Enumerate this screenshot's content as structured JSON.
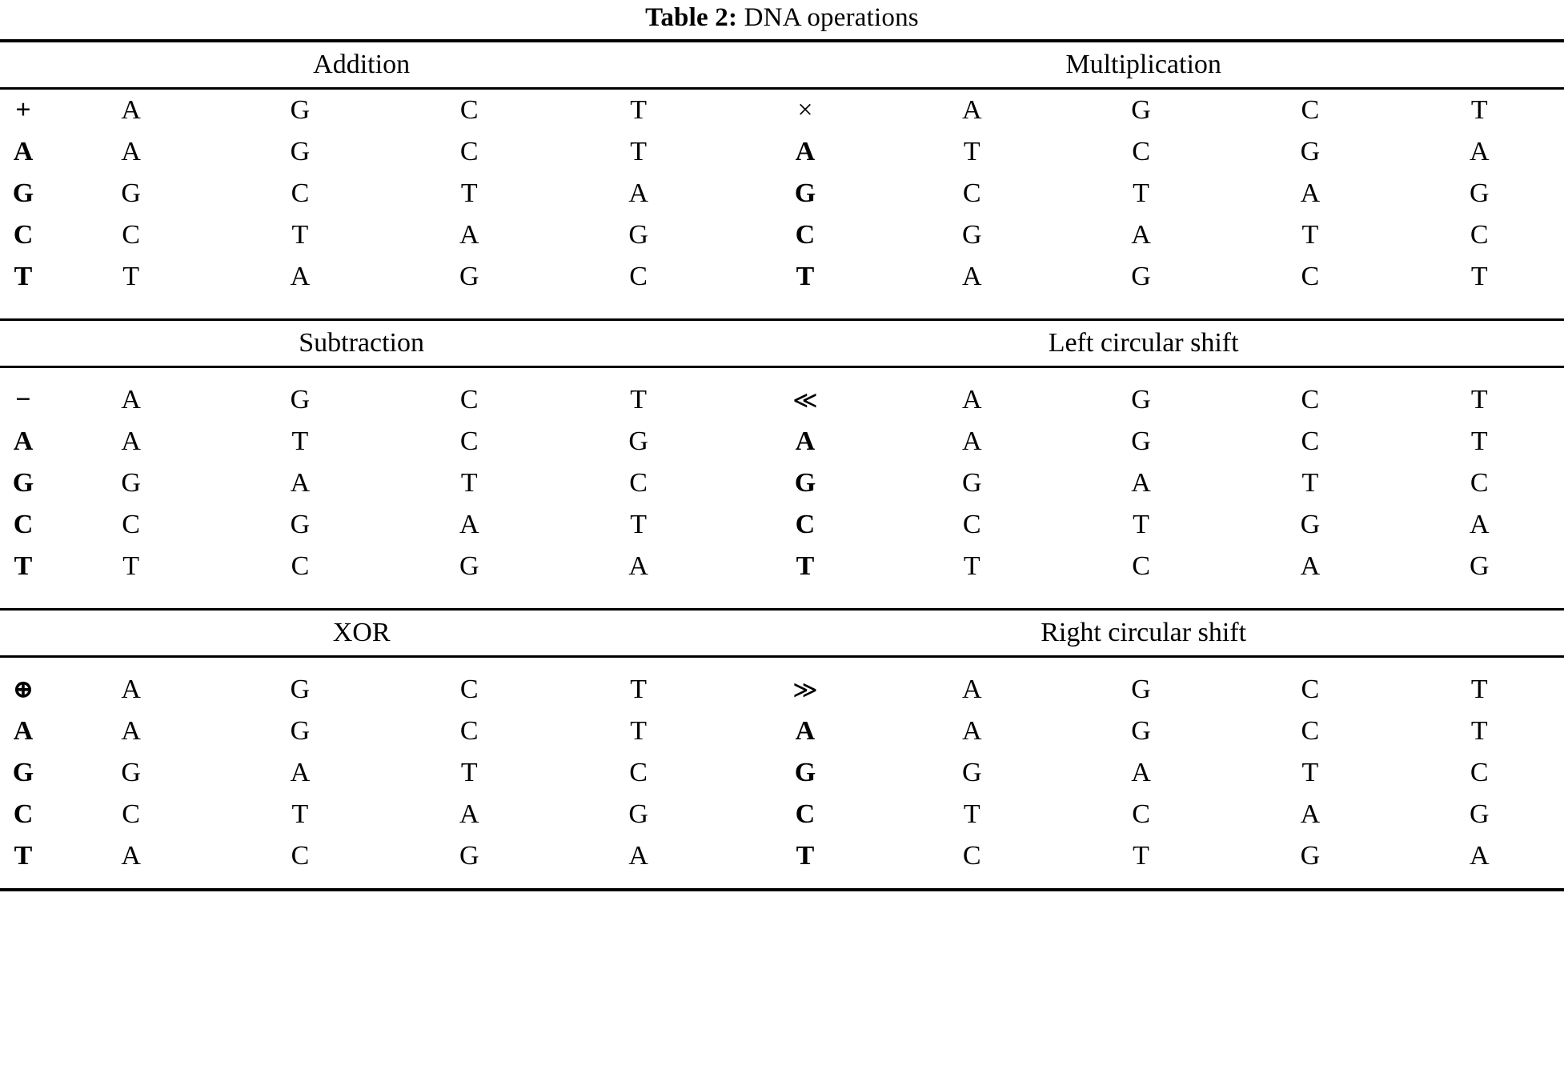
{
  "caption": {
    "label": "Table 2:",
    "text": "DNA operations"
  },
  "bases": [
    "A",
    "G",
    "C",
    "T"
  ],
  "sections": [
    {
      "left": {
        "title": "Addition",
        "operator": "+",
        "operator_name": "plus-sign",
        "col_headers": [
          "A",
          "G",
          "C",
          "T"
        ],
        "row_headers": [
          "A",
          "G",
          "C",
          "T"
        ],
        "rows": [
          [
            "A",
            "G",
            "C",
            "T"
          ],
          [
            "G",
            "C",
            "T",
            "A"
          ],
          [
            "C",
            "T",
            "A",
            "G"
          ],
          [
            "T",
            "A",
            "G",
            "C"
          ]
        ]
      },
      "right": {
        "title": "Multiplication",
        "operator": "×",
        "operator_name": "multiplication-sign",
        "col_headers": [
          "A",
          "G",
          "C",
          "T"
        ],
        "row_headers": [
          "A",
          "G",
          "C",
          "T"
        ],
        "rows": [
          [
            "T",
            "C",
            "G",
            "A"
          ],
          [
            "C",
            "T",
            "A",
            "G"
          ],
          [
            "G",
            "A",
            "T",
            "C"
          ],
          [
            "A",
            "G",
            "C",
            "T"
          ]
        ]
      }
    },
    {
      "left": {
        "title": "Subtraction",
        "operator": "−",
        "operator_name": "minus-sign",
        "col_headers": [
          "A",
          "G",
          "C",
          "T"
        ],
        "row_headers": [
          "A",
          "G",
          "C",
          "T"
        ],
        "rows": [
          [
            "A",
            "T",
            "C",
            "G"
          ],
          [
            "G",
            "A",
            "T",
            "C"
          ],
          [
            "C",
            "G",
            "A",
            "T"
          ],
          [
            "T",
            "C",
            "G",
            "A"
          ]
        ]
      },
      "right": {
        "title": "Left circular shift",
        "operator": "≪",
        "operator_name": "left-shift-sign",
        "col_headers": [
          "A",
          "G",
          "C",
          "T"
        ],
        "row_headers": [
          "A",
          "G",
          "C",
          "T"
        ],
        "rows": [
          [
            "A",
            "G",
            "C",
            "T"
          ],
          [
            "G",
            "A",
            "T",
            "C"
          ],
          [
            "C",
            "T",
            "G",
            "A"
          ],
          [
            "T",
            "C",
            "A",
            "G"
          ]
        ]
      }
    },
    {
      "left": {
        "title": "XOR",
        "operator": "⊕",
        "operator_name": "xor-sign",
        "col_headers": [
          "A",
          "G",
          "C",
          "T"
        ],
        "row_headers": [
          "A",
          "G",
          "C",
          "T"
        ],
        "rows": [
          [
            "A",
            "G",
            "C",
            "T"
          ],
          [
            "G",
            "A",
            "T",
            "C"
          ],
          [
            "C",
            "T",
            "A",
            "G"
          ],
          [
            "A",
            "C",
            "G",
            "A"
          ]
        ]
      },
      "right": {
        "title": "Right circular shift",
        "operator": "≫",
        "operator_name": "right-shift-sign",
        "col_headers": [
          "A",
          "G",
          "C",
          "T"
        ],
        "row_headers": [
          "A",
          "G",
          "C",
          "T"
        ],
        "rows": [
          [
            "A",
            "G",
            "C",
            "T"
          ],
          [
            "G",
            "A",
            "T",
            "C"
          ],
          [
            "T",
            "C",
            "A",
            "G"
          ],
          [
            "C",
            "T",
            "G",
            "A"
          ]
        ]
      }
    }
  ],
  "colors": {
    "text": "#000000",
    "rule": "#000000",
    "background": "#ffffff"
  }
}
